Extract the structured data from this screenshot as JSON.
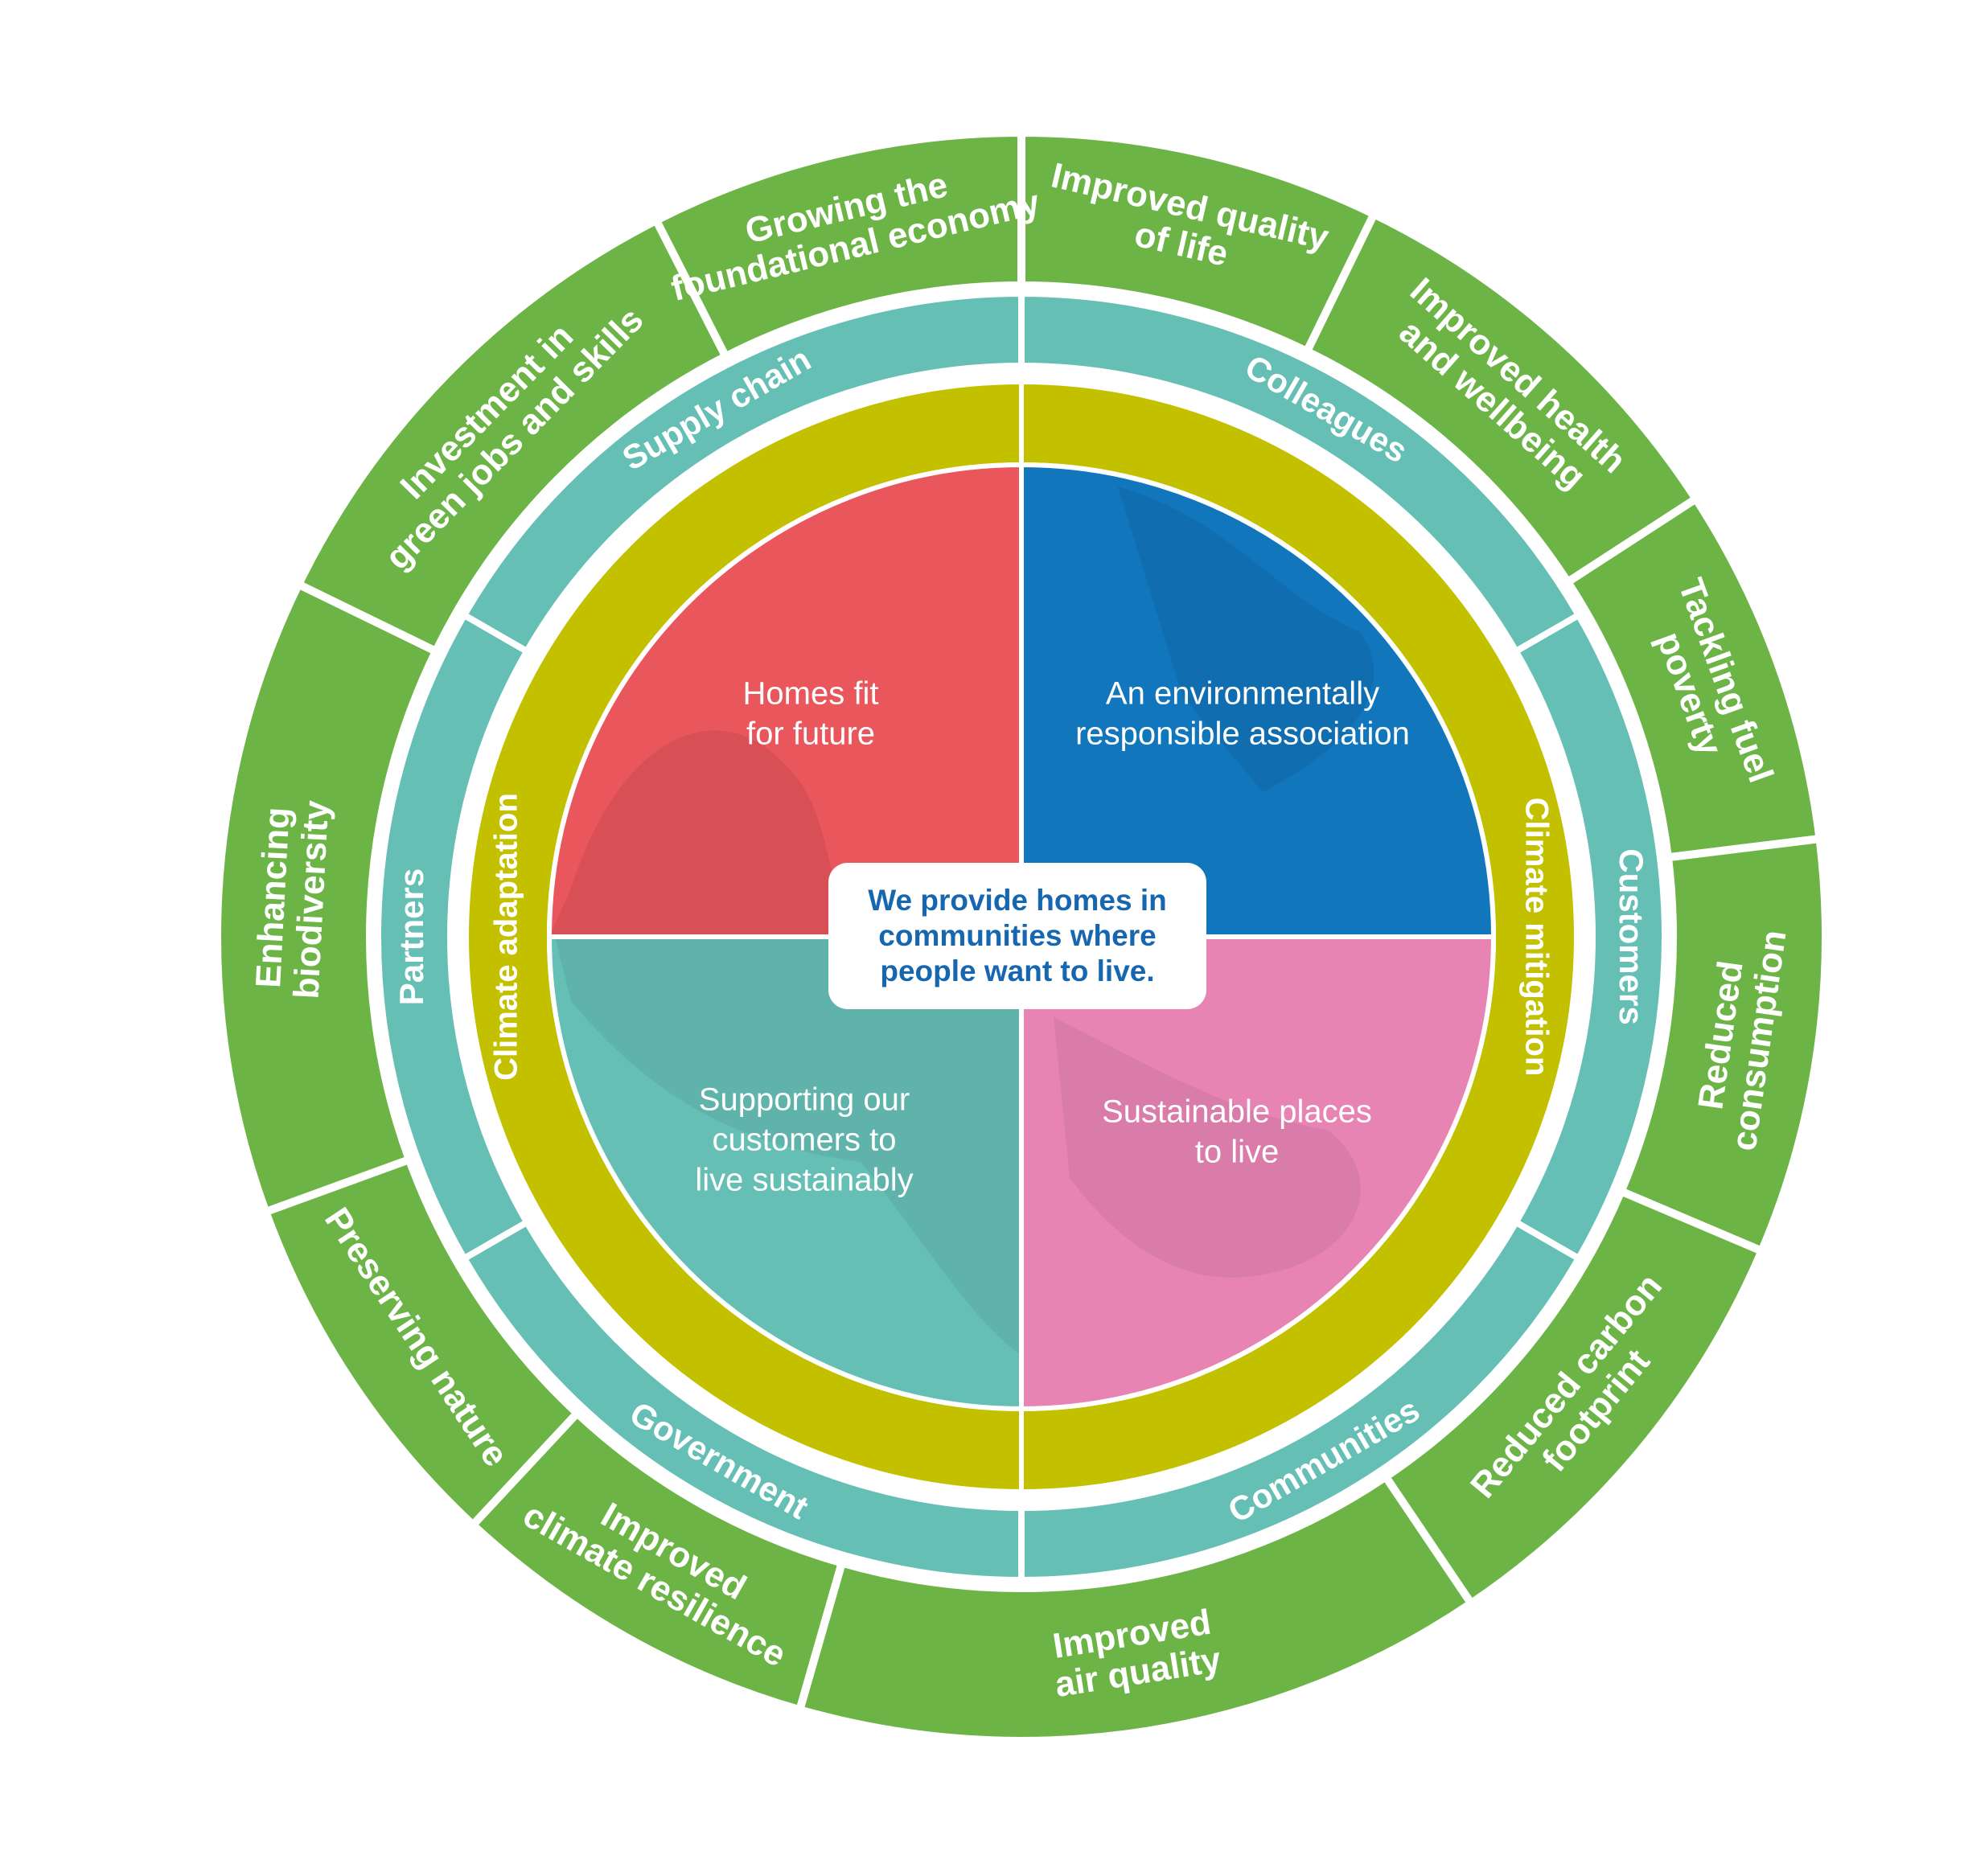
{
  "colors": {
    "outer_ring": "#6db446",
    "middle_ring": "#65bfb5",
    "inner_ring": "#c3c000",
    "separator": "#ffffff",
    "quadrant_top_left": "#e9565c",
    "quadrant_top_right": "#1276bd",
    "quadrant_bottom_left": "#65bfb5",
    "quadrant_bottom_right": "#e784b4",
    "center_text": "#1666b0"
  },
  "center": {
    "line1": "We provide homes in",
    "line2": "communities where",
    "line3": "people want to live."
  },
  "quadrants": [
    {
      "lines": [
        "Homes fit",
        "for future"
      ]
    },
    {
      "lines": [
        "An environmentally",
        "responsible association"
      ]
    },
    {
      "lines": [
        "Supporting our",
        "customers to",
        "live sustainably"
      ]
    },
    {
      "lines": [
        "Sustainable places",
        "to live"
      ]
    }
  ],
  "inner_ring": {
    "left_label": "Climate adaptation",
    "right_label": "Climate mitigation"
  },
  "stakeholders": [
    {
      "label": "Supply chain"
    },
    {
      "label": "Colleagues"
    },
    {
      "label": "Customers"
    },
    {
      "label": "Communities"
    },
    {
      "label": "Government"
    },
    {
      "label": "Partners"
    }
  ],
  "outcomes": [
    {
      "lines": [
        "Growing the",
        "foundational economy"
      ]
    },
    {
      "lines": [
        "Improved quality",
        "of life"
      ]
    },
    {
      "lines": [
        "Improved health",
        "and wellbeing"
      ]
    },
    {
      "lines": [
        "Tackling fuel",
        "poverty"
      ]
    },
    {
      "lines": [
        "Reduced",
        "consumption"
      ]
    },
    {
      "lines": [
        "Reduced carbon",
        "footprint"
      ]
    },
    {
      "lines": [
        "Improved",
        "air quality"
      ]
    },
    {
      "lines": [
        "Improved",
        "climate resilience"
      ]
    },
    {
      "lines": [
        "Preserving nature"
      ]
    },
    {
      "lines": [
        "Enhancing",
        "biodiversity"
      ]
    },
    {
      "lines": [
        "Investment in",
        "green jobs and skills"
      ]
    }
  ]
}
